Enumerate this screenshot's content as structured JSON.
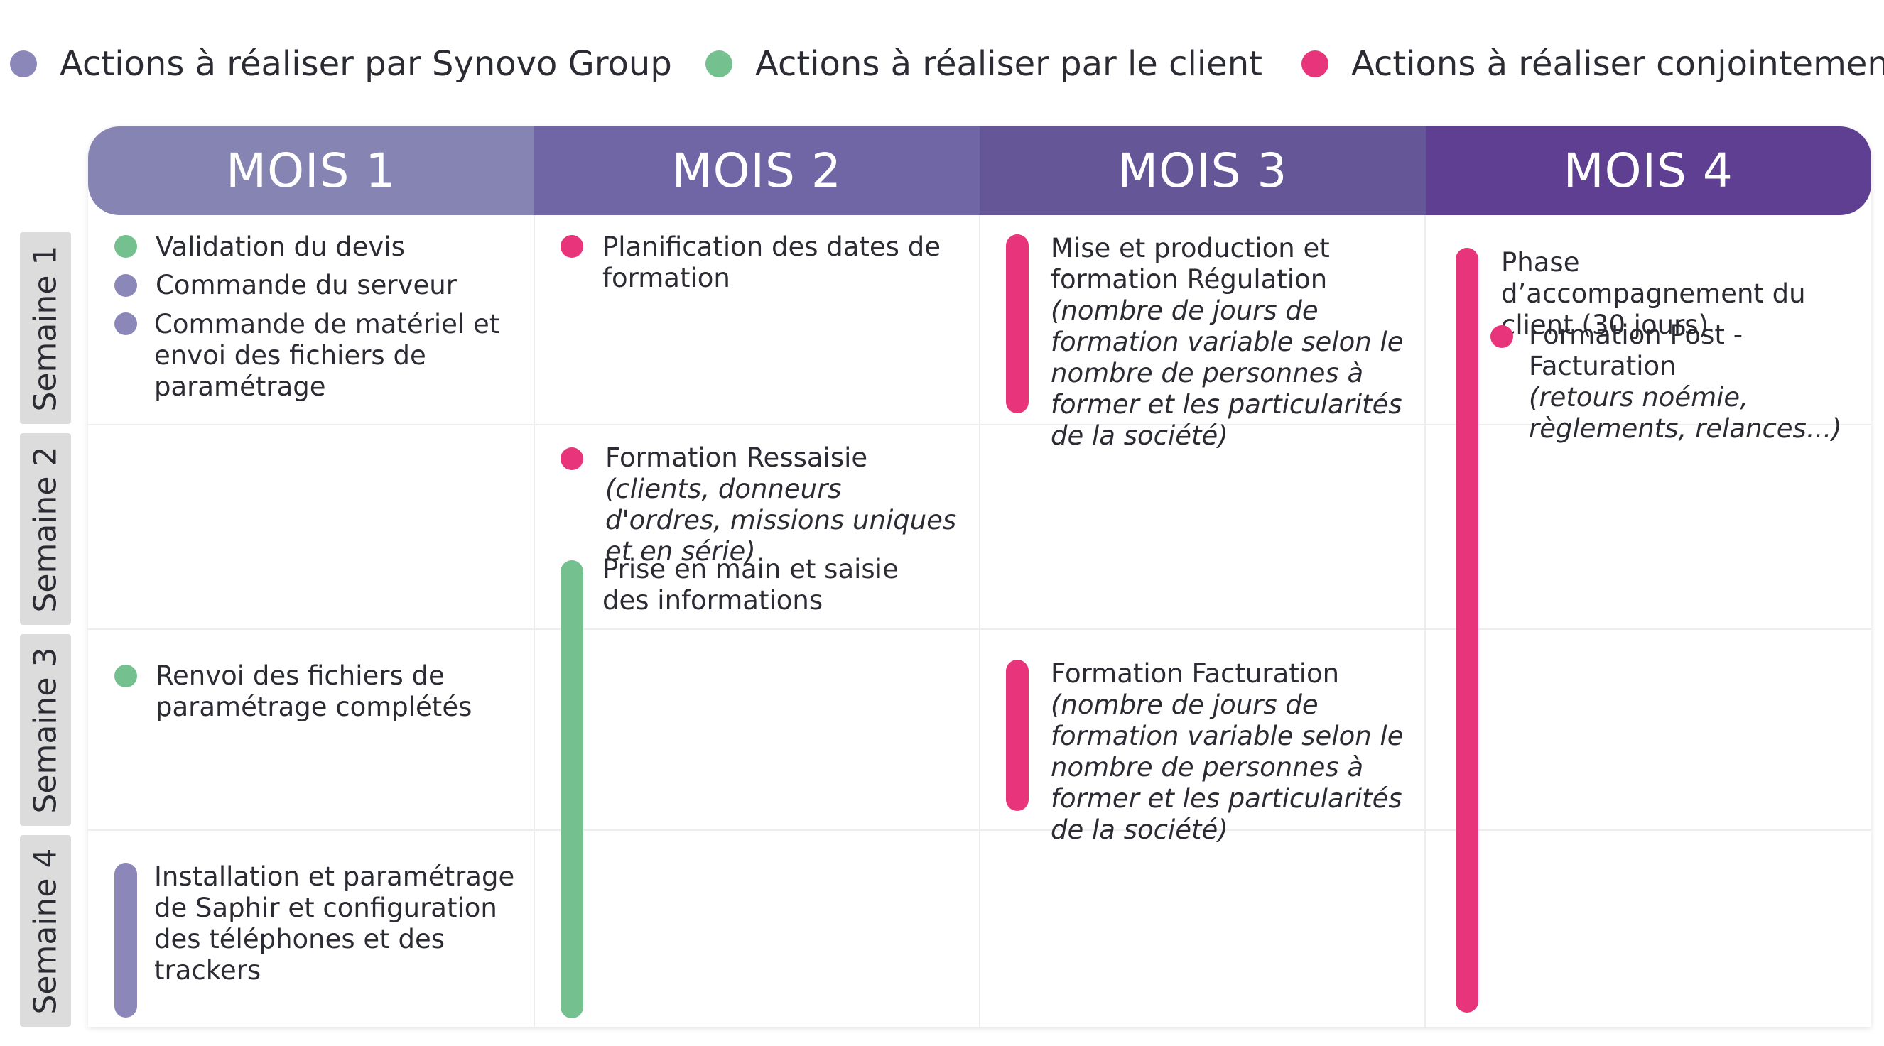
{
  "colors": {
    "synovo": "#8b87b8",
    "client": "#74c08f",
    "joint": "#e8347a",
    "month1": "#8684b2",
    "month2": "#7066a6",
    "month3": "#655698",
    "month4": "#5f3f91",
    "week_tab": "#dcdcdc"
  },
  "legend": [
    {
      "label": "Actions à réaliser par Synovo Group",
      "color": "synovo"
    },
    {
      "label": "Actions à réaliser par le client",
      "color": "client"
    },
    {
      "label": "Actions à réaliser conjointement",
      "color": "joint"
    }
  ],
  "months": [
    "MOIS 1",
    "MOIS 2",
    "MOIS 3",
    "MOIS 4"
  ],
  "weeks": [
    "Semaine 1",
    "Semaine 2",
    "Semaine 3",
    "Semaine 4"
  ],
  "tasks": {
    "m1_validation": "Validation du devis",
    "m1_commande_serveur": "Commande du serveur",
    "m1_commande_materiel": "Commande de matériel et envoi des fichiers de paramétrage",
    "m1_renvoi": "Renvoi des fichiers de paramétrage complétés",
    "m1_installation": "Installation et paramétrage de Saphir et configuration des téléphones et des trackers",
    "m2_planification": "Planification des dates de formation",
    "m2_ressaisie_title": "Formation Ressaisie",
    "m2_ressaisie_note": "(clients, donneurs d'ordres, missions uniques et en série)",
    "m2_prise_en_main": "Prise en main et saisie des informations",
    "m3_production": "Mise et production et formation Régulation",
    "m3_production_note": "(nombre de jours de formation variable selon le nombre de personnes à former et les particularités de la société)",
    "m3_facturation_title": "Formation Facturation",
    "m3_facturation_note": "(nombre de jours de formation variable selon le nombre de personnes à former et les particularités de la société)",
    "m4_accompagnement": "Phase d’accompagnement du client (30 jours)",
    "m4_post_title": "Formation Post - Facturation",
    "m4_post_note": "(retours noémie, règlements, relances...)"
  }
}
